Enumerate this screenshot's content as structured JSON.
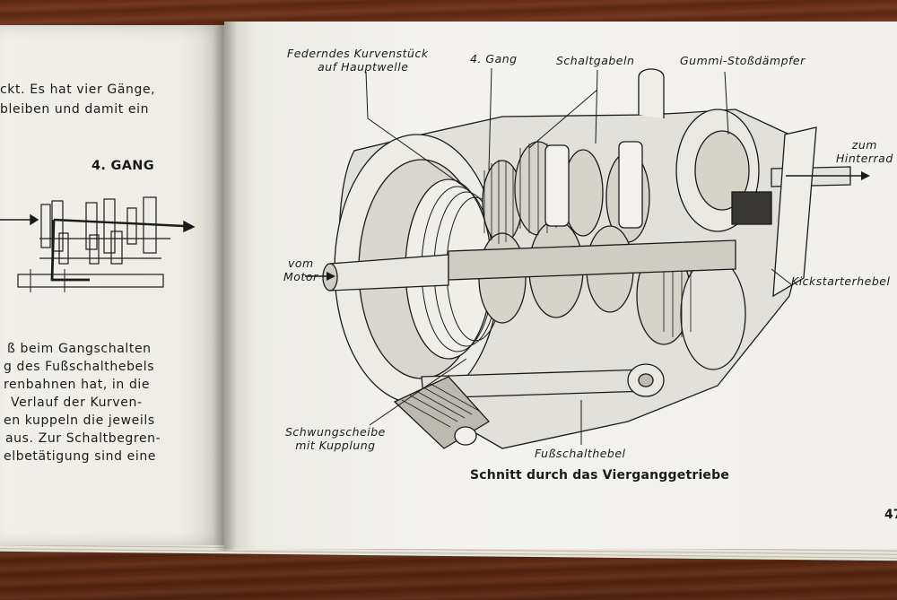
{
  "left_page": {
    "text_top": [
      "ckt. Es hat vier Gänge,",
      "bleiben und damit ein"
    ],
    "heading": "4. GANG",
    "text_bottom": [
      "ß beim Gangschalten",
      "g des Fußschalthebels",
      "renbahnen hat, in die",
      "Verlauf der Kurven-",
      "en kuppeln die jeweils",
      "aus. Zur Schaltbegren-",
      "elbetätigung sind eine"
    ]
  },
  "right_page": {
    "labels": {
      "federndes": [
        "Federndes Kurvenstück",
        "auf Hauptwelle"
      ],
      "gang4": "4. Gang",
      "schaltgabeln": "Schaltgabeln",
      "gummi": "Gummi-Stoßdämpfer",
      "hinterrad": [
        "zum",
        "Hinterrad"
      ],
      "motor": [
        "vom",
        "Motor"
      ],
      "kickstarter": "Kickstarterhebel",
      "schwung": [
        "Schwungscheibe",
        "mit Kupplung"
      ],
      "fuss": "Fußschalthebel"
    },
    "caption": "Schnitt durch das Vierganggetriebe",
    "page_number": "47"
  },
  "colors": {
    "paper": "#f1f0ec",
    "ink": "#1a1a1a",
    "wood": "#6a2f16"
  }
}
